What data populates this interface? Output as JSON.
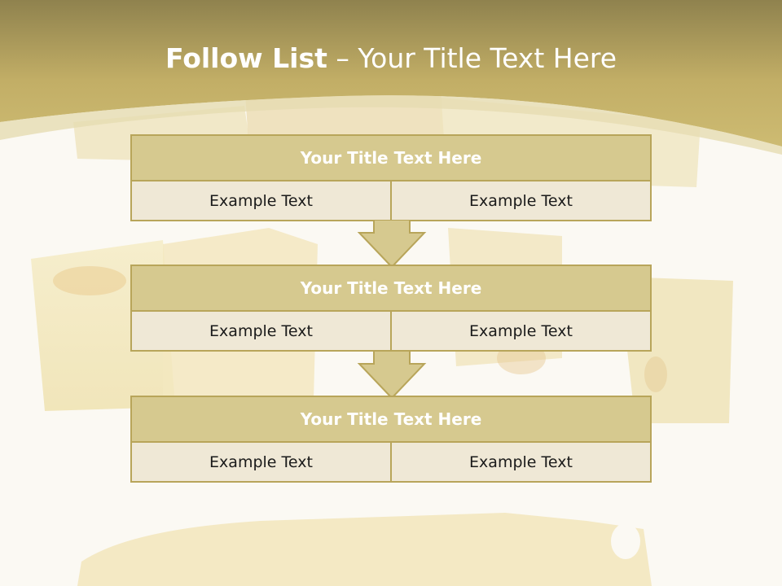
{
  "slide": {
    "title_bold": "Follow List",
    "title_rest": " – Your Title Text Here",
    "colors": {
      "band": "#c7b46a",
      "box_header": "#d6c98f",
      "box_row": "#efe8d6",
      "border": "#b8a55a"
    }
  },
  "steps": [
    {
      "title": "Your Title Text Here",
      "left": "Example Text",
      "right": "Example Text"
    },
    {
      "title": "Your Title Text Here",
      "left": "Example Text",
      "right": "Example Text"
    },
    {
      "title": "Your Title Text Here",
      "left": "Example Text",
      "right": "Example Text"
    }
  ],
  "arrows": [
    "down-arrow-icon",
    "down-arrow-icon"
  ]
}
